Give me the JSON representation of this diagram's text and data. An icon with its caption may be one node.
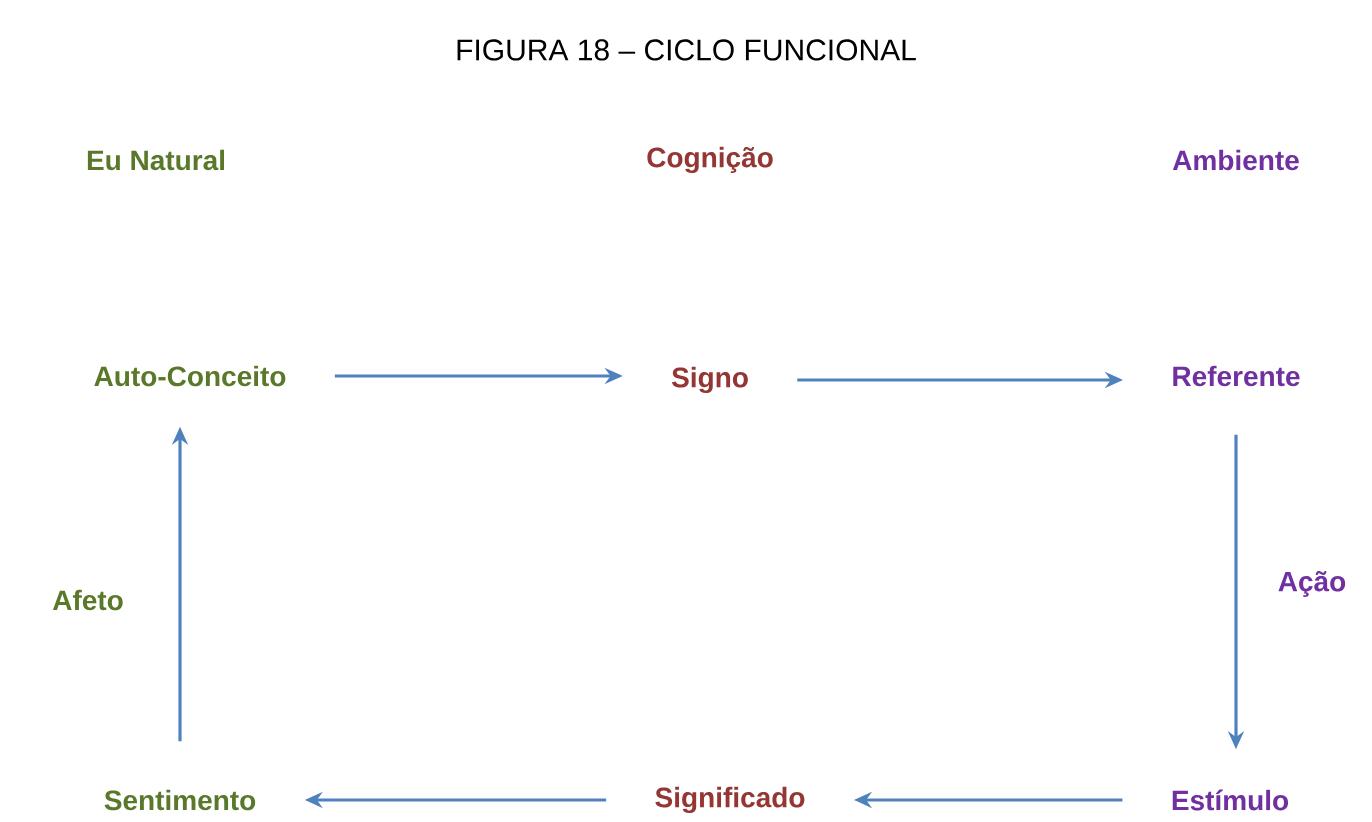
{
  "diagram": {
    "title": "FIGURA 18 – CICLO FUNCIONAL",
    "nodes": [
      {
        "text": [
          "Auto-Conceito"
        ]
      },
      {
        "text": [
          "Signo"
        ]
      },
      {
        "text": [
          "Referente"
        ]
      },
      {
        "text": [
          "Estímulo"
        ]
      },
      {
        "text": [
          "Significado"
        ]
      },
      {
        "text": [
          "Sentimento"
        ]
      }
    ],
    "edges": [
      {
        "from": 0,
        "to": 1,
        "arrow": "to"
      },
      {
        "from": 1,
        "to": 2,
        "arrow": "to"
      },
      {
        "from": 2,
        "to": 3,
        "arrow": "to",
        "label": "Ação"
      },
      {
        "from": 3,
        "to": 4,
        "arrow": "to"
      },
      {
        "from": 4,
        "to": 5,
        "arrow": "to"
      },
      {
        "from": 5,
        "to": 0,
        "arrow": "to",
        "label": "Afeto"
      }
    ],
    "labels": [
      "Eu Natural",
      "Cognição",
      "Ambiente"
    ]
  }
}
